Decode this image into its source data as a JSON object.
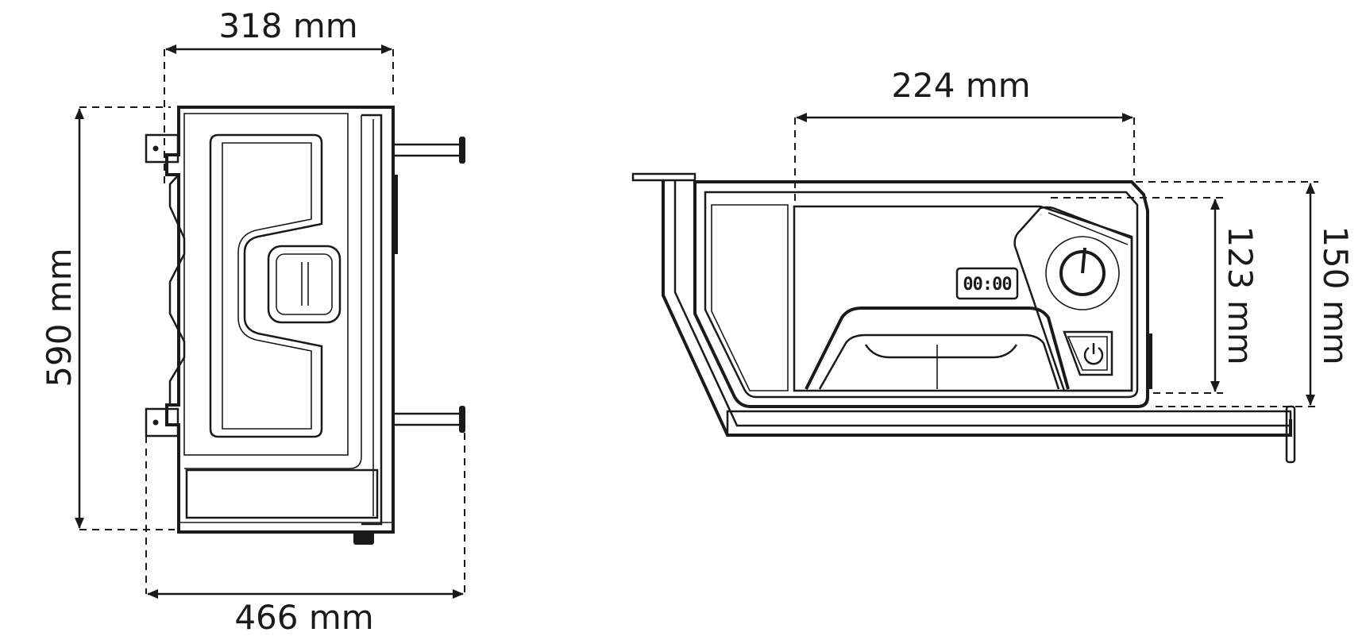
{
  "dimensions": {
    "top_width": "318 mm",
    "height": "590 mm",
    "bottom_width": "466 mm",
    "front_width": "224 mm",
    "inner_height": "123 mm",
    "outer_height": "150 mm"
  },
  "display": {
    "timer": "00:00"
  },
  "colors": {
    "line": "#1a1a1a",
    "background": "#ffffff"
  },
  "icons": {
    "power": "power-icon",
    "knob": "knob-icon"
  }
}
